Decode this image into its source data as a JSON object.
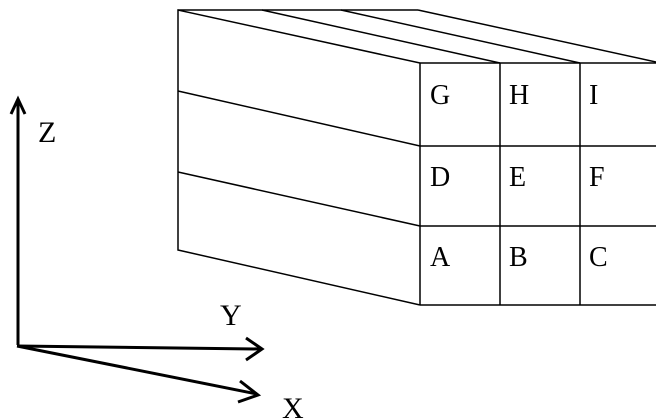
{
  "cells": {
    "top": [
      "G",
      "H",
      "I"
    ],
    "middle": [
      "D",
      "E",
      "F"
    ],
    "bottom": [
      "A",
      "B",
      "C"
    ]
  },
  "axes": {
    "z": "Z",
    "y": "Y",
    "x": "X"
  }
}
